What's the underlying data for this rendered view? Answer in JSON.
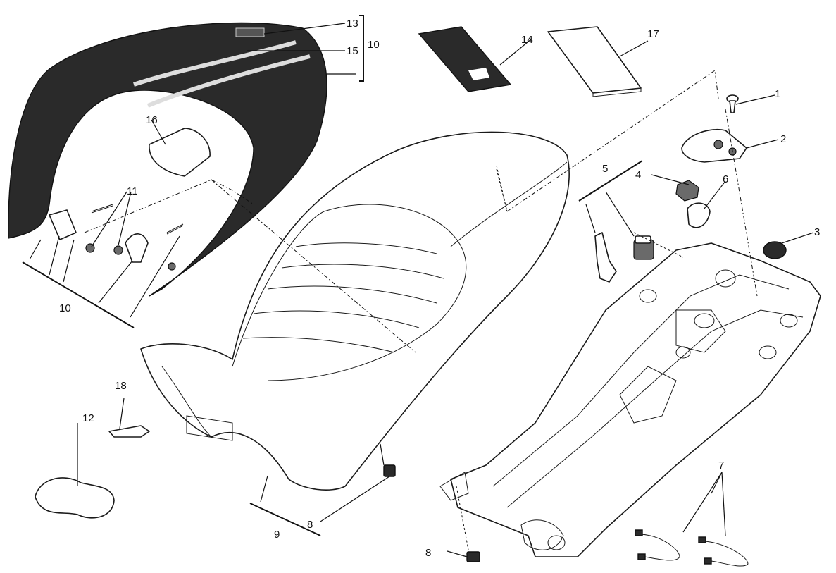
{
  "callouts": {
    "c1": "1",
    "c2": "2",
    "c3": "3",
    "c4": "4",
    "c5": "5",
    "c6": "6",
    "c7": "7",
    "c8a": "8",
    "c8b": "8",
    "c9": "9",
    "c10a": "10",
    "c10b": "10",
    "c11": "11",
    "c12": "12",
    "c13": "13",
    "c14": "14",
    "c15": "15",
    "c16": "16",
    "c17": "17",
    "c18": "18"
  },
  "colors": {
    "line": "#1a1a1a",
    "cover_fill": "#2a2a2a",
    "background": "#ffffff"
  }
}
